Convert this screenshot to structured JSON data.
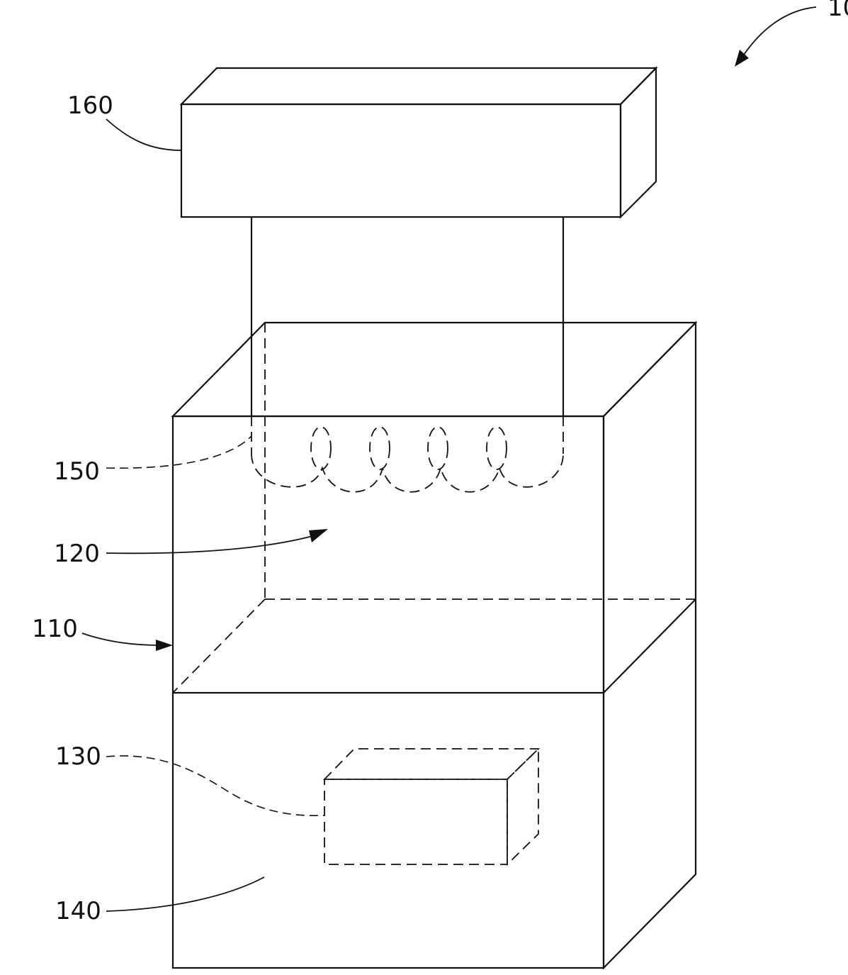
{
  "references": {
    "apparatus": "10",
    "power_supply": "160",
    "heating_coil": "150",
    "upper_chamber": "120",
    "housing": "110",
    "component_box": "130",
    "lower_chamber": "140"
  }
}
